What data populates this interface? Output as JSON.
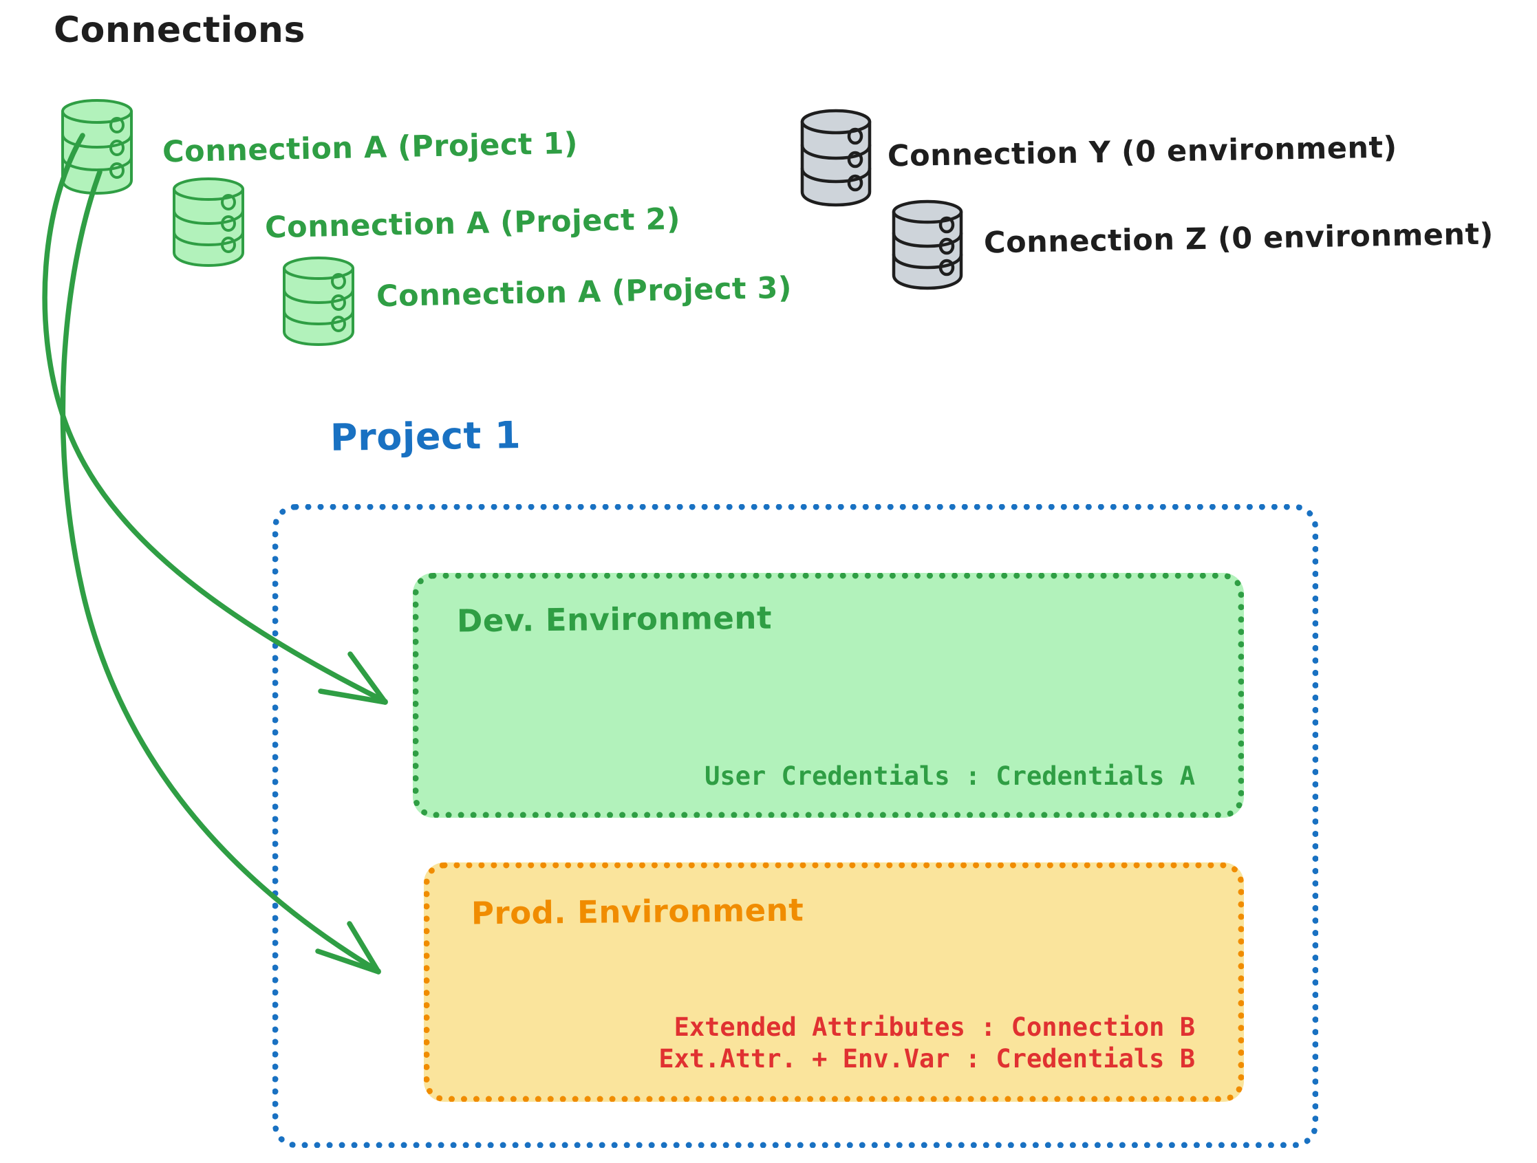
{
  "page": {
    "title": "Connections",
    "background": "#ffffff"
  },
  "colors": {
    "green_stroke": "#2f9e44",
    "green_fill": "#b2f2bb",
    "gray_stroke": "#1e1e1e",
    "gray_fill": "#ced4da",
    "blue": "#1971c2",
    "orange_stroke": "#f08c00",
    "orange_fill": "#fae49c",
    "red": "#e03131",
    "black": "#1e1e1e"
  },
  "connections": {
    "heading": "Connections",
    "green_items": [
      {
        "label": "Connection A (Project 1)",
        "icon": "database-icon",
        "color": "#2f9e44"
      },
      {
        "label": "Connection A (Project 2)",
        "icon": "database-icon",
        "color": "#2f9e44"
      },
      {
        "label": "Connection A (Project 3)",
        "icon": "database-icon",
        "color": "#2f9e44"
      }
    ],
    "gray_items": [
      {
        "label": "Connection Y (0 environment)",
        "icon": "database-icon",
        "color": "#1e1e1e"
      },
      {
        "label": "Connection Z (0 environment)",
        "icon": "database-icon",
        "color": "#1e1e1e"
      }
    ]
  },
  "project": {
    "title": "Project 1",
    "environments": [
      {
        "name": "dev",
        "title": "Dev. Environment",
        "color": "#2f9e44",
        "fill": "#b2f2bb",
        "lines": [
          "User Credentials : Credentials A"
        ]
      },
      {
        "name": "prod",
        "title": "Prod. Environment",
        "color": "#f08c00",
        "fill": "#fae49c",
        "lines": [
          "Extended Attributes : Connection B",
          "Ext.Attr. + Env.Var : Credentials B"
        ]
      }
    ]
  },
  "arrows": [
    {
      "name": "arrow-connection-a-to-dev",
      "from": "Connection A (Project 1)",
      "to": "Dev. Environment",
      "color": "#2f9e44"
    },
    {
      "name": "arrow-connection-a-to-prod",
      "from": "Connection A (Project 1)",
      "to": "Prod. Environment",
      "color": "#2f9e44"
    }
  ]
}
